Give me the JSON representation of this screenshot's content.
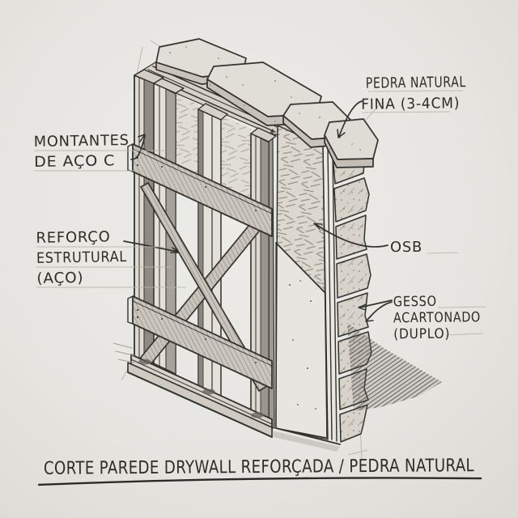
{
  "sketch": {
    "title": "CORTE PAREDE DRYWALL REFORÇADA / PEDRA NATURAL",
    "labels": {
      "pedra_natural": {
        "line1": "PEDRA NATURAL",
        "line2": "FINA (3-4CM)"
      },
      "montantes": {
        "line1": "MONTANTES",
        "line2": "DE AÇO C"
      },
      "reforco": {
        "line1": "REFORÇO",
        "line2": "ESTRUTURAL",
        "line3": "(AÇO)"
      },
      "osb": {
        "line1": "OSB"
      },
      "gesso": {
        "line1": "GESSO",
        "line2": "ACARTONADO",
        "line3": "(DUPLO)"
      }
    },
    "colors": {
      "paper": "#e8e6e2",
      "pencil": "#33312c",
      "pencil_light": "#8f8c84"
    }
  }
}
